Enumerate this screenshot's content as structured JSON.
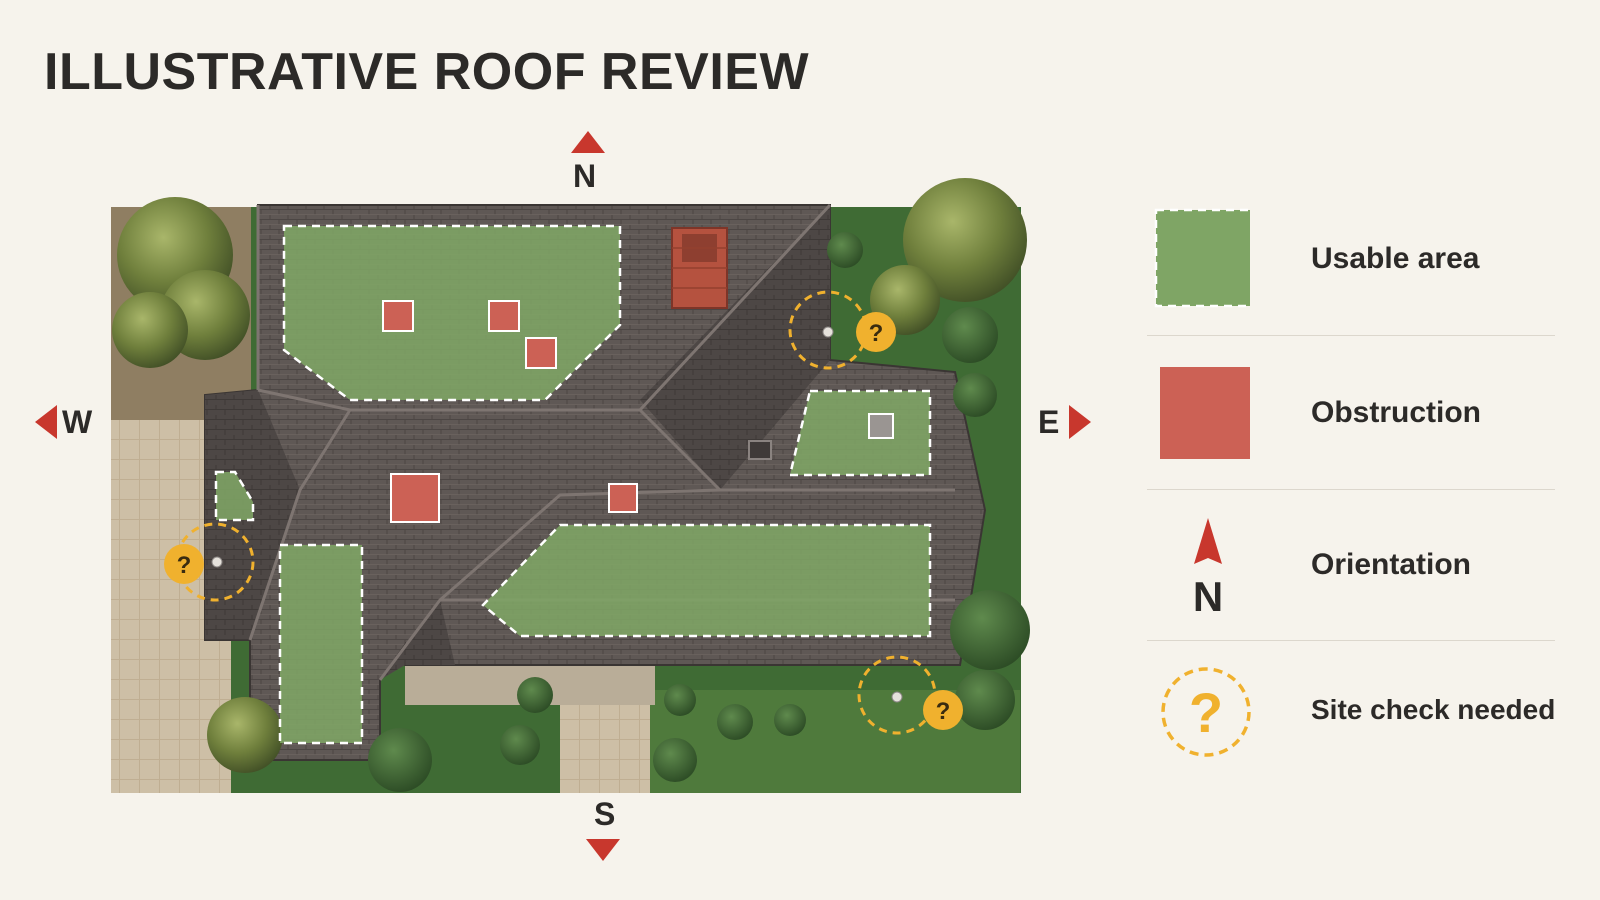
{
  "title": "ILLUSTRATIVE ROOF REVIEW",
  "compass": {
    "north": "N",
    "south": "S",
    "east": "E",
    "west": "W"
  },
  "legend": {
    "usable": "Usable area",
    "obstruction": "Obstruction",
    "orientation": "Orientation",
    "orientation_letter": "N",
    "site_check": "Site check needed"
  },
  "marker_glyph": "?",
  "colors": {
    "usable": "#7fa565",
    "obstruction": "#cc6155",
    "site_check": "#f0b12e",
    "compass_arrow": "#c8372d",
    "roof": "#5e5754"
  }
}
